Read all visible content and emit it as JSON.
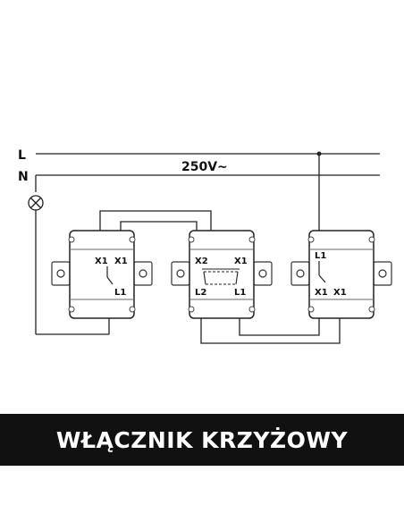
{
  "diagram": {
    "line_label_l": "L",
    "line_label_n": "N",
    "voltage_label": "250V~",
    "switch_left": {
      "x1a": "X1",
      "x1b": "X1",
      "l1": "L1"
    },
    "switch_middle": {
      "x2": "X2",
      "x1": "X1",
      "l2": "L2",
      "l1": "L1"
    },
    "switch_right": {
      "l1": "L1",
      "x1a": "X1",
      "x1b": "X1"
    }
  },
  "banner": {
    "title": "WŁĄCZNIK KRZYŻOWY"
  },
  "colors": {
    "line": "#222222",
    "banner_bg": "#111111",
    "banner_text": "#ffffff"
  }
}
